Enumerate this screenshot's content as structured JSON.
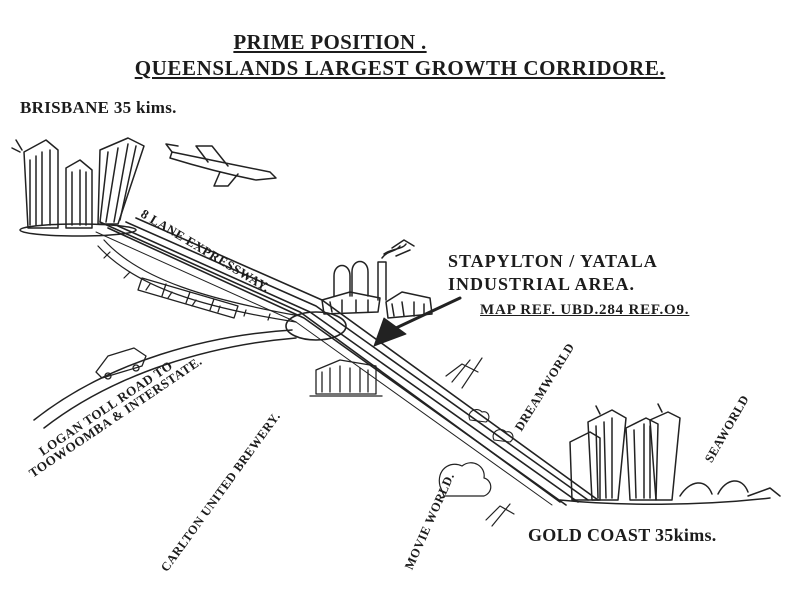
{
  "title": {
    "line1": "PRIME POSITION .",
    "line2": "QUEENSLANDS LARGEST GROWTH CORRIDORE."
  },
  "labels": {
    "brisbane": "BRISBANE 35 kims.",
    "expressway": "8 LANE EXPRESSWAY.",
    "stapylton_line1": "STAPYLTON / YATALA",
    "stapylton_line2": "INDUSTRIAL AREA.",
    "map_ref": "MAP REF. UBD.284 REF.O9.",
    "logan_line1": "LOGAN TOLL ROAD TO",
    "logan_line2": "TOOWOOMBA & INTERSTATE.",
    "carlton": "CARLTON UNITED BREWERY.",
    "dreamworld": "DREAMWORLD",
    "seaworld": "SEAWORLD",
    "movieworld": "MOVIE WORLD.",
    "gold_coast": "GOLD COAST 35kims."
  },
  "icons": {
    "brisbane": "city-skyline-icon",
    "gold_coast": "city-skyline-icon",
    "plane": "airplane-icon",
    "factory": "factory-icon",
    "arrow": "pointer-arrow-icon",
    "train": "train-icon",
    "car": "car-icon",
    "brewery": "brewery-icon"
  },
  "colors": {
    "ink": "#1c1c1c",
    "paper": "#ffffff"
  }
}
